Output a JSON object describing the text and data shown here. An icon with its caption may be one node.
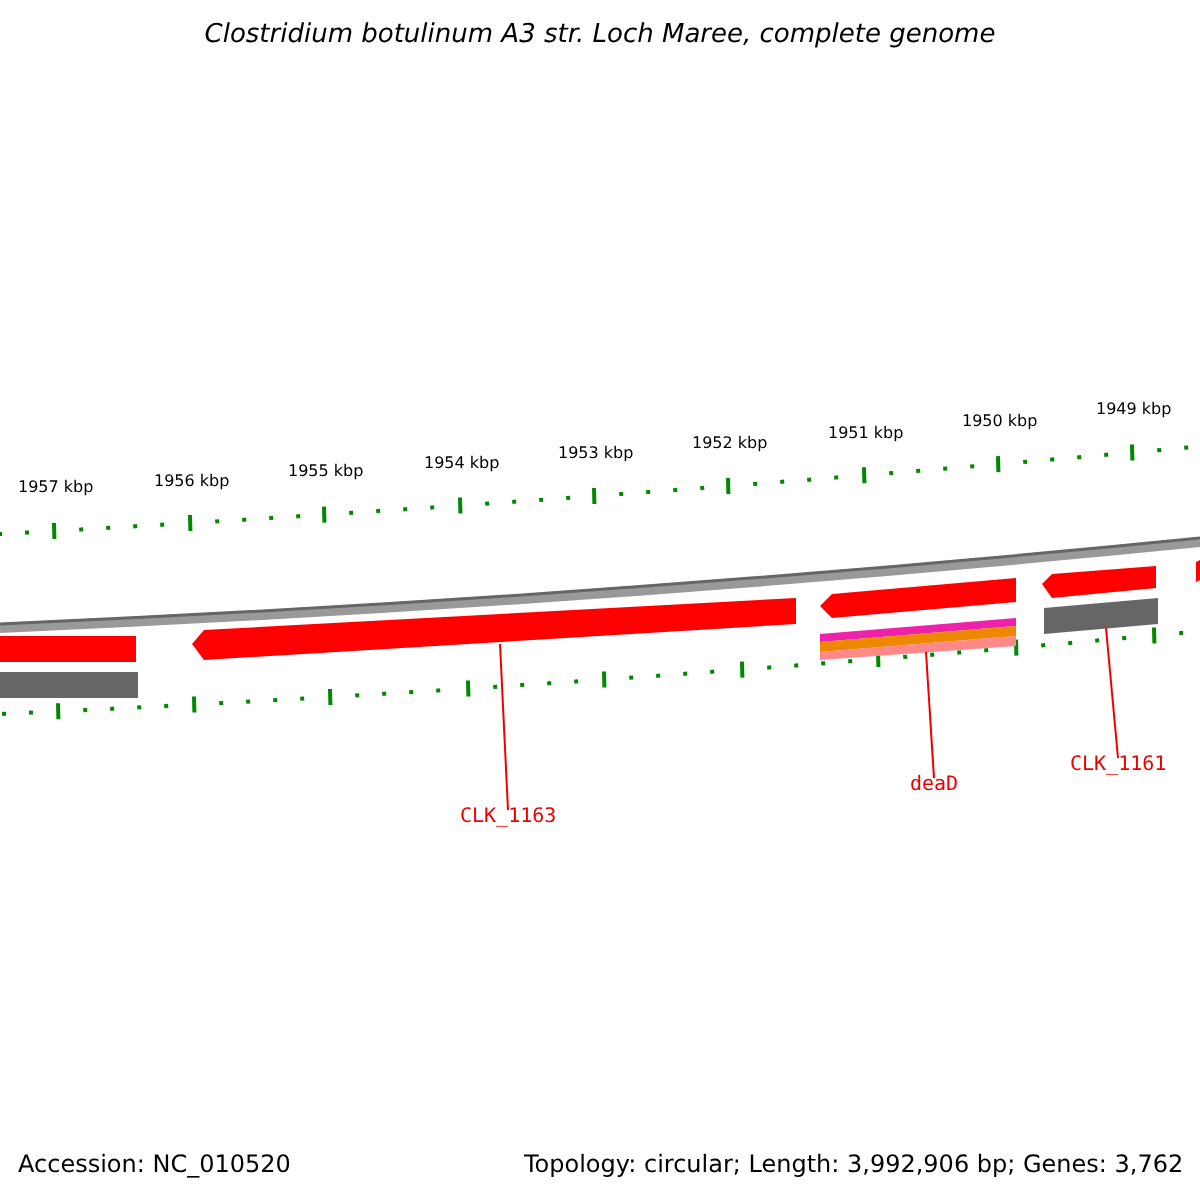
{
  "diagram": {
    "title": "Clostridium botulinum A3 str. Loch Maree, complete genome",
    "nodes": [
      {
        "text": [
          "CLK_1163"
        ]
      },
      {
        "text": [],
        "shape": "bar"
      },
      {
        "text": [
          "deaD"
        ]
      },
      {
        "text": [],
        "shape": "bar"
      },
      {
        "text": [
          "CLK_1161"
        ]
      },
      {
        "text": [],
        "shape": "bar"
      }
    ],
    "edges": [
      {
        "from": 0,
        "to": 1,
        "arrow": "none"
      },
      {
        "from": 2,
        "to": 3,
        "arrow": "none"
      },
      {
        "from": 4,
        "to": 5,
        "arrow": "none"
      }
    ],
    "labels": [
      "1957 kbp",
      "1956 kbp",
      "1955 kbp",
      "1954 kbp",
      "1953 kbp",
      "1952 kbp",
      "1951 kbp",
      "1950 kbp",
      "1949 kbp",
      "Accession: NC_010520",
      "Topology: circular; Length: 3,992,906 bp; Genes: 3,762"
    ]
  }
}
